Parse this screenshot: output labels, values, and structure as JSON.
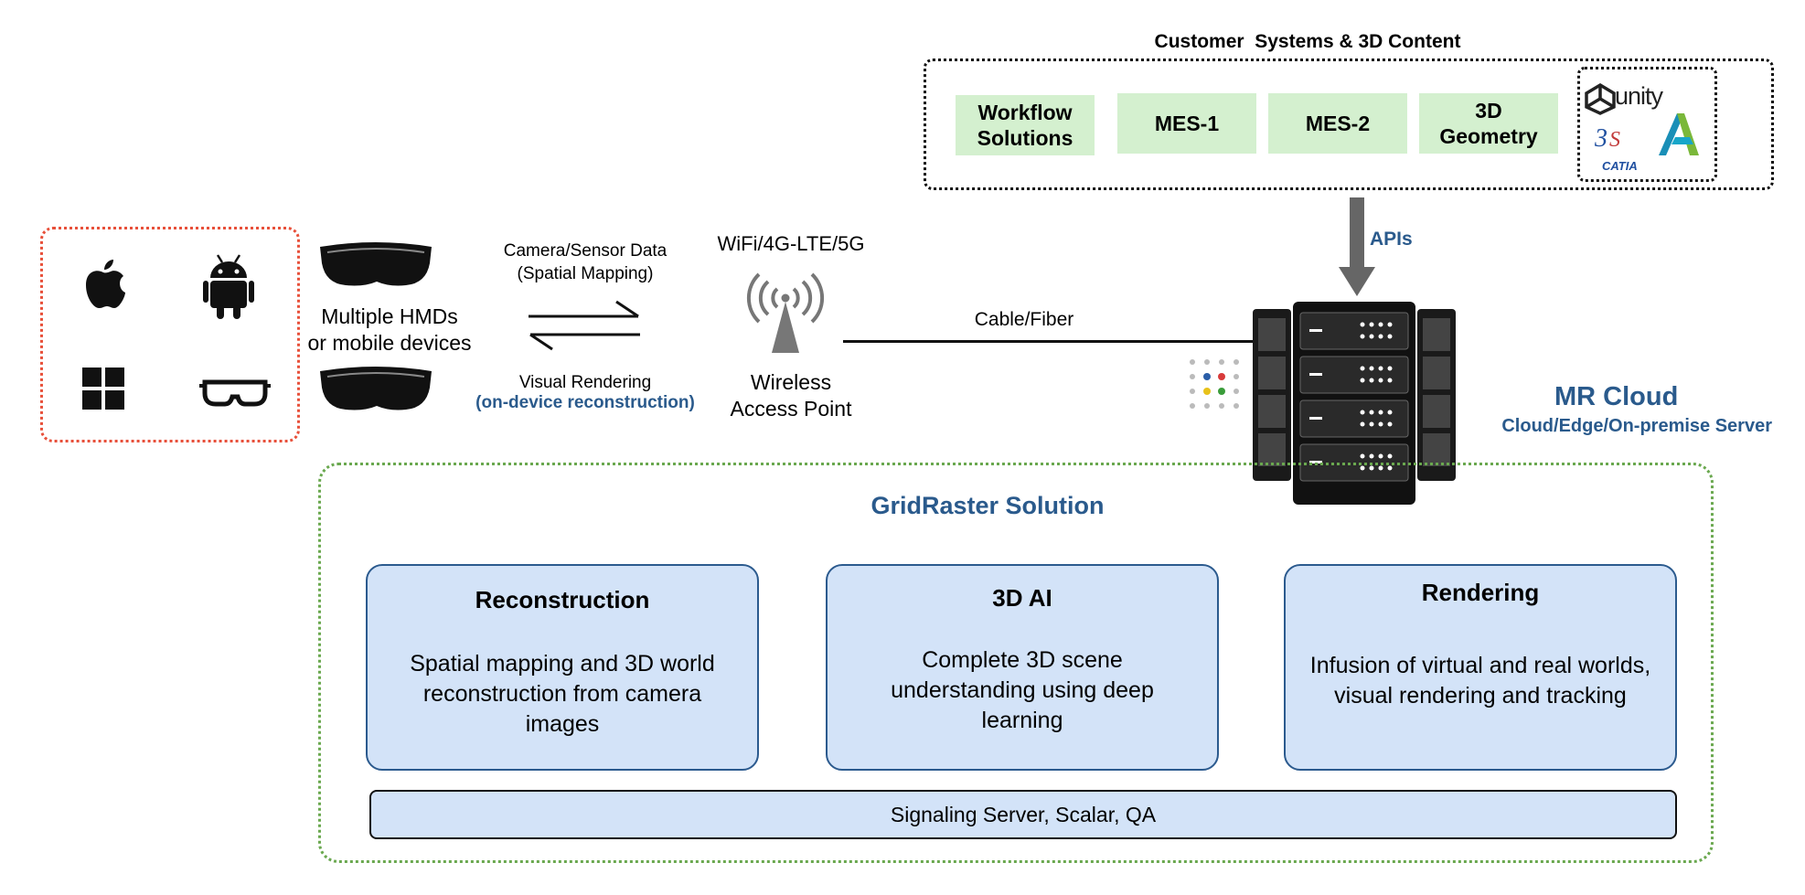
{
  "customer": {
    "title": "Customer  Systems & 3D Content",
    "tiles": [
      "Workflow\nSolutions",
      "MES-1",
      "MES-2",
      "3D\nGeometry"
    ],
    "logos": {
      "unity": "unity",
      "catia": "CATIA"
    }
  },
  "apis_label": "APIs",
  "devices": {
    "icons": [
      "apple-icon",
      "android-icon",
      "windows-icon",
      "vr-goggles-icon"
    ],
    "label": "Multiple HMDs\nor mobile devices"
  },
  "link": {
    "top_label": "Camera/Sensor Data\n(Spatial Mapping)",
    "bottom_label": "Visual Rendering",
    "bottom_sub": "(on-device reconstruction)"
  },
  "wireless": {
    "top_label": "WiFi/4G-LTE/5G",
    "label": "Wireless\nAccess Point",
    "cable_label": "Cable/Fiber"
  },
  "cloud": {
    "title": "MR Cloud",
    "subtitle": "Cloud/Edge/On-premise Server"
  },
  "gridraster": {
    "title": "GridRaster Solution",
    "modules": [
      {
        "title": "Reconstruction",
        "desc": "Spatial mapping and 3D world\nreconstruction from camera\nimages"
      },
      {
        "title": "3D AI",
        "desc": "Complete 3D scene\nunderstanding using deep\nlearning"
      },
      {
        "title": "Rendering",
        "desc": "Infusion of virtual and real worlds,\nvisual rendering and tracking"
      }
    ],
    "signaling": "Signaling Server, Scalar, QA"
  },
  "colors": {
    "accent_blue": "#2a5a8c",
    "tile_green": "#d4f0cf",
    "module_blue": "#d3e3f8",
    "device_border": "#e8503a",
    "grid_border": "#6aa84f"
  }
}
